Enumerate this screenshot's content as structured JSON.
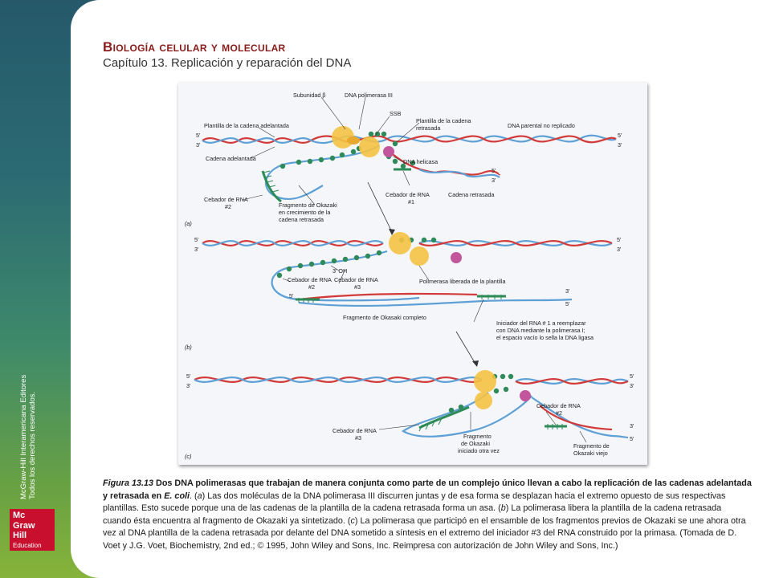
{
  "slide": {
    "title": "Biología celular y molecular",
    "subtitle": "Capítulo 13. Replicación y reparación del DNA",
    "side_text_1": "McGraw-Hill Interamericana Editores",
    "side_text_2": "Todos los derechos reservados.",
    "logo_lines": [
      "Mc",
      "Graw",
      "Hill",
      "Education"
    ]
  },
  "colors": {
    "dna_blue": "#5ea0d6",
    "dna_red": "#d23a3a",
    "rna_green": "#2e8b57",
    "polymerase": "#f5c242",
    "ssb": "#2f8a5a",
    "helicase": "#c2559b"
  },
  "figure": {
    "panel_a": {
      "tag": "(a)",
      "subunit_beta": "Subunidad β",
      "dna_pol_iii": "DNA polimerasa III",
      "ssb": "SSB",
      "leading_template": "Plantilla de la cadena adelantada",
      "lagging_template_1": "Plantilla de la cadena",
      "lagging_template_2": "retrasada",
      "parental_dna": "DNA parental no replicado",
      "leading_strand": "Cadena adelantada",
      "dna_helicase": "DNA helicasa",
      "primer2_1": "Cebador de RNA",
      "primer2_2": "#2",
      "okazaki_1": "Fragmento de Okazaki",
      "okazaki_2": "en crecimiento de la",
      "okazaki_3": "cadena retrasada",
      "primer1_1": "Cebador de RNA",
      "primer1_2": "#1",
      "lagging_strand": "Cadena retrasada",
      "end_5": "5'",
      "end_3": "3'"
    },
    "panel_b": {
      "tag": "(b)",
      "oh": "3' OH",
      "primer2_1": "Cebador de RNA",
      "primer2_2": "#2",
      "primer3_1": "Cebador de RNA",
      "primer3_2": "#3",
      "pol_released": "Polimerasa liberada de la plantilla",
      "okazaki_done": "Fragmento de Okasaki completo",
      "primer1_note_1": "Iniciador del RNA # 1 a reemplazar",
      "primer1_note_2": "con DNA mediante la polimerasa I;",
      "primer1_note_3": "el espacio vacío lo sella la DNA ligasa",
      "end_5": "5'",
      "end_3": "3'"
    },
    "panel_c": {
      "tag": "(c)",
      "primer3_1": "Cebador de RNA",
      "primer3_2": "#3",
      "okazaki_new_1": "Fragmento",
      "okazaki_new_2": "de Okazaki",
      "okazaki_new_3": "iniciado otra vez",
      "primer2_1": "Cebador de RNA",
      "primer2_2": "#2",
      "okazaki_old_1": "Fragmento de",
      "okazaki_old_2": "Okazaki viejo",
      "end_5": "5'",
      "end_3": "3'"
    }
  },
  "caption": {
    "label": "Figura 13.13",
    "part1": " Dos DNA polimerasas que trabajan de manera conjunta como parte de un complejo único llevan a cabo la replicación de las cadenas adelantada y retrasada en ",
    "ecoli": "E. coli",
    "part2": ". (",
    "a": "a",
    "part3": ") Las dos moléculas de la DNA polimerasa III discurren juntas y de esa forma se desplazan hacia el extremo opuesto de sus respectivas plantillas. Esto sucede porque una de las cadenas de la plantilla de la cadena retrasada forma un asa. (",
    "b": "b",
    "part4": ") La polimerasa libera la plantilla de la cadena retrasada cuando ésta encuentra al fragmento de Okazaki ya sintetizado. (",
    "c": "c",
    "part5": ") La polimerasa que participó en el ensamble de los fragmentos previos de Okazaki se une ahora otra vez al DNA plantilla de la cadena retrasada por delante del DNA sometido a síntesis en el extremo del iniciador #3 del RNA construido por la primasa. (Tomada de D. Voet y J.G. Voet, Biochemistry, 2nd ed.; © 1995, John Wiley and Sons, Inc. Reimpresa con autorización de John Wiley and Sons, Inc.)"
  }
}
